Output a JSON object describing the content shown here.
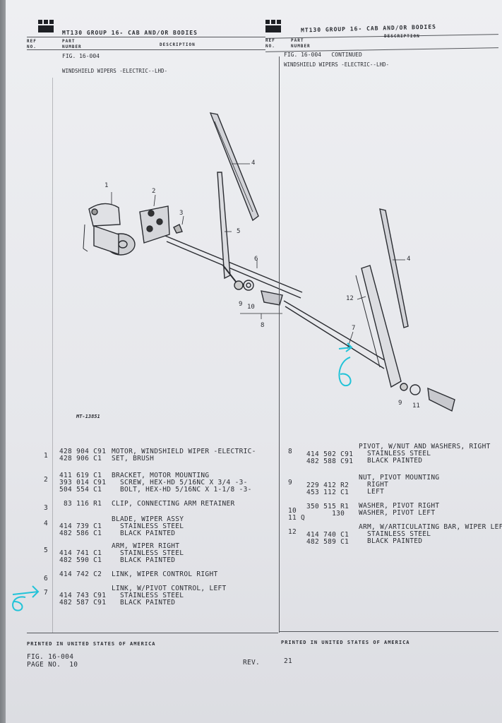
{
  "left": {
    "header": "MT130 GROUP 16- CAB AND/OR BODIES",
    "fig": "FIG. 16-004",
    "subtitle": "WINDSHIELD WIPERS -ELECTRIC--LHD-"
  },
  "right": {
    "header": "MT130 GROUP 16- CAB AND/OR BODIES",
    "fig": "FIG. 16-004   CONTINUED",
    "subtitle": "WINDSHIELD WIPERS -ELECTRIC--LHD-"
  },
  "columns": {
    "ref": "REF",
    "no": "NO.",
    "part": "PART",
    "number": "NUMBER",
    "description": "DESCRIPTION"
  },
  "callouts": [
    "1",
    "2",
    "3",
    "4",
    "5",
    "6",
    "7",
    "8",
    "9",
    "10",
    "11",
    "12"
  ],
  "figure_code": "MT-13851",
  "left_items": [
    {
      "ref": "1",
      "lines": [
        {
          "part": "428 904 C91",
          "desc": "MOTOR, WINDSHIELD WIPER -ELECTRIC-"
        },
        {
          "part": "428 906 C1",
          "desc": "SET, BRUSH"
        }
      ]
    },
    {
      "ref": "2",
      "lines": [
        {
          "part": "411 619 C1",
          "desc": "BRACKET, MOTOR MOUNTING"
        },
        {
          "part": "393 014 C91",
          "desc": "  SCREW, HEX-HD 5/16NC X 3/4 -3-"
        },
        {
          "part": "504 554 C1",
          "desc": "  BOLT, HEX-HD 5/16NC X 1-1/8 -3-"
        }
      ]
    },
    {
      "ref": "3",
      "lines": [
        {
          "part": " 83 116 R1",
          "desc": "CLIP, CONNECTING ARM RETAINER"
        }
      ]
    },
    {
      "ref": "4",
      "lines": [
        {
          "part": "",
          "desc": "BLADE, WIPER ASSY"
        },
        {
          "part": "414 739 C1",
          "desc": "  STAINLESS STEEL"
        },
        {
          "part": "482 586 C1",
          "desc": "  BLACK PAINTED"
        }
      ]
    },
    {
      "ref": "5",
      "lines": [
        {
          "part": "",
          "desc": "ARM, WIPER RIGHT"
        },
        {
          "part": "414 741 C1",
          "desc": "  STAINLESS STEEL"
        },
        {
          "part": "482 590 C1",
          "desc": "  BLACK PAINTED"
        }
      ]
    },
    {
      "ref": "6",
      "lines": [
        {
          "part": "414 742 C2",
          "desc": "LINK, WIPER CONTROL RIGHT"
        }
      ]
    },
    {
      "ref": "7",
      "lines": [
        {
          "part": "",
          "desc": "LINK, W/PIVOT CONTROL, LEFT"
        },
        {
          "part": "414 743 C91",
          "desc": "  STAINLESS STEEL"
        },
        {
          "part": "482 587 C91",
          "desc": "  BLACK PAINTED"
        }
      ]
    }
  ],
  "right_items": [
    {
      "ref": "8",
      "lines": [
        {
          "part": "",
          "desc": "PIVOT, W/NUT AND WASHERS, RIGHT"
        },
        {
          "part": "414 502 C91",
          "desc": "  STAINLESS STEEL"
        },
        {
          "part": "482 588 C91",
          "desc": "  BLACK PAINTED"
        }
      ]
    },
    {
      "ref": "9",
      "lines": [
        {
          "part": "",
          "desc": "NUT, PIVOT MOUNTING"
        },
        {
          "part": "229 412 R2",
          "desc": "  RIGHT"
        },
        {
          "part": "453 112 C1",
          "desc": "  LEFT"
        }
      ]
    },
    {
      "ref": "10",
      "lines": [
        {
          "part": "350 515 R1",
          "desc": "WASHER, PIVOT RIGHT"
        }
      ]
    },
    {
      "ref": "11 Q",
      "lines": [
        {
          "part": "      130",
          "desc": "WASHER, PIVOT LEFT"
        }
      ]
    },
    {
      "ref": "12",
      "lines": [
        {
          "part": "",
          "desc": "ARM, W/ARTICULATING BAR, WIPER LEFT"
        },
        {
          "part": "414 740 C1",
          "desc": "  STAINLESS STEEL"
        },
        {
          "part": "482 589 C1",
          "desc": "  BLACK PAINTED"
        }
      ]
    }
  ],
  "footer": {
    "printed": "PRINTED IN UNITED STATES OF AMERICA",
    "fig": "FIG. 16-004",
    "page": "PAGE NO.  10",
    "rev": "REV.",
    "right_page": "21"
  }
}
